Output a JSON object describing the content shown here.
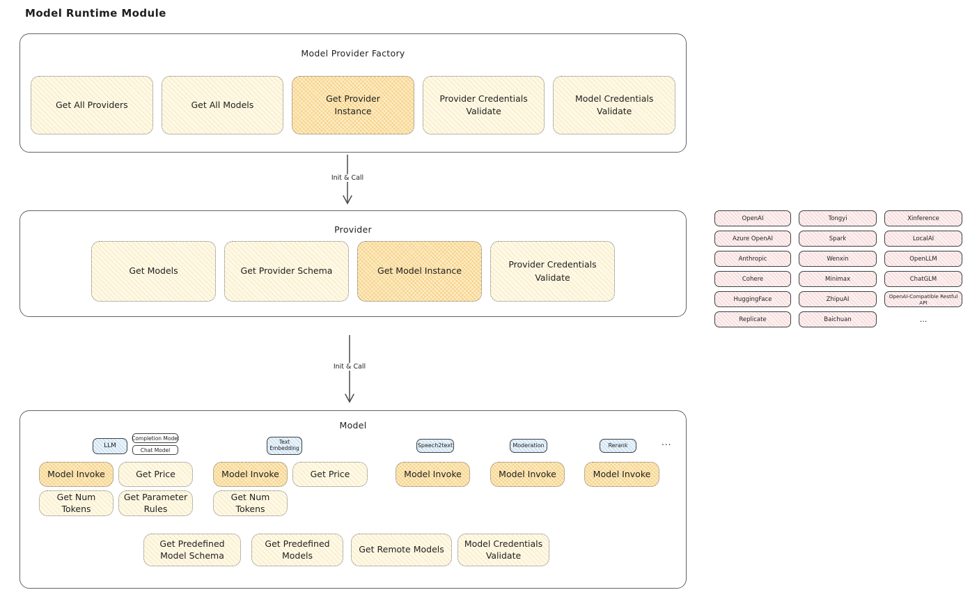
{
  "page_title": "Model Runtime Module",
  "colors": {
    "yellow_fill": "#FEF9E6",
    "orange_highlight_fill": "#FBECC2",
    "pink_fill": "#FCF0F0",
    "blue_fill": "#E9F3FA",
    "stroke": "#5f6368",
    "text": "#1e1e1e"
  },
  "factory": {
    "title": "Model Provider Factory",
    "buttons": [
      {
        "label": "Get All Providers",
        "highlighted": false
      },
      {
        "label": "Get All Models",
        "highlighted": false
      },
      {
        "label": "Get Provider Instance",
        "highlighted": true
      },
      {
        "label": "Provider Credentials Validate",
        "highlighted": false
      },
      {
        "label": "Model Credentials Validate",
        "highlighted": false
      }
    ],
    "arrow_label": "Init & Call"
  },
  "provider": {
    "title": "Provider",
    "buttons": [
      {
        "label": "Get Models",
        "highlighted": false
      },
      {
        "label": "Get Provider Schema",
        "highlighted": false
      },
      {
        "label": "Get Model Instance",
        "highlighted": true
      },
      {
        "label": "Provider Credentials Validate",
        "highlighted": false
      }
    ],
    "arrow_label": "Init & Call"
  },
  "providers_list": {
    "items": [
      "OpenAI",
      "Tongyi",
      "Xinference",
      "Azure OpenAI",
      "Spark",
      "LocalAI",
      "Anthropic",
      "Wenxin",
      "OpenLLM",
      "Cohere",
      "Minimax",
      "ChatGLM",
      "HuggingFace",
      "ZhipuAI",
      "OpenAI-Compatible Restful API",
      "Replicate",
      "Baichuan"
    ],
    "more": "..."
  },
  "model": {
    "title": "Model",
    "more": "...",
    "badges": {
      "llm": "LLM",
      "completion_model": "Completion Model",
      "chat_model": "Chat Model",
      "text_embedding": "Text Embedding",
      "speech2text": "Speech2text",
      "moderation": "Moderation",
      "rerank": "Rerank"
    },
    "actions": {
      "model_invoke": "Model Invoke",
      "get_price": "Get Price",
      "get_num_tokens": "Get Num Tokens",
      "get_parameter_rules": "Get Parameter Rules"
    },
    "bottom_buttons": [
      "Get Predefined Model Schema",
      "Get Predefined Models",
      "Get Remote Models",
      "Model Credentials Validate"
    ]
  }
}
